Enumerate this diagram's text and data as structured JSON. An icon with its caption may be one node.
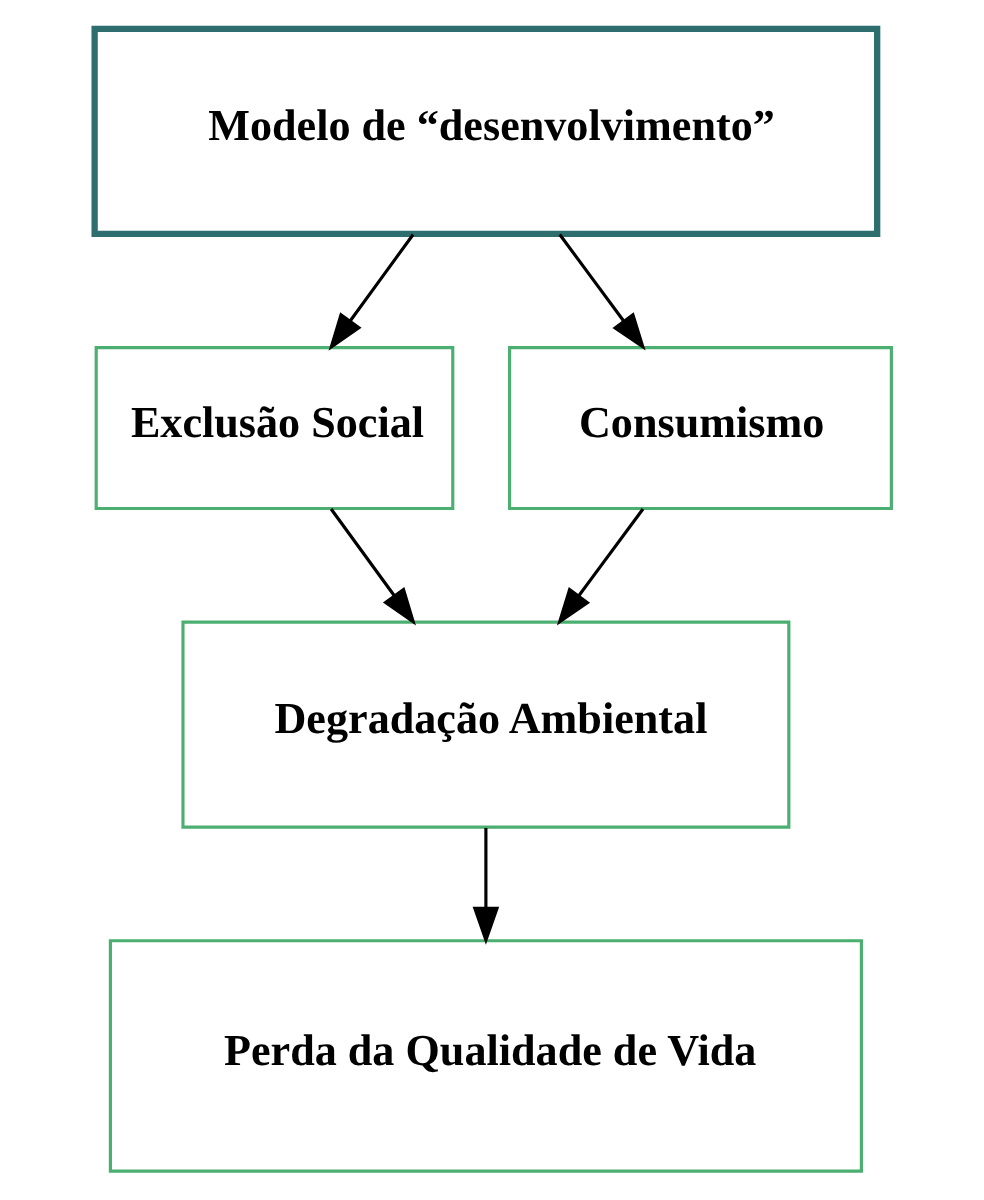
{
  "diagram": {
    "nodes": [
      {
        "text": [
          "Modelo de “desenvolvimento”"
        ]
      },
      {
        "text": [
          "Exclusão Social"
        ]
      },
      {
        "text": [
          "Consumismo"
        ]
      },
      {
        "text": [
          "Degradação Ambiental"
        ]
      },
      {
        "text": [
          "Perda da Qualidade de Vida"
        ]
      }
    ],
    "edges": [
      {
        "from": 0,
        "to": 1,
        "arrow": "to"
      },
      {
        "from": 0,
        "to": 2,
        "arrow": "to"
      },
      {
        "from": 1,
        "to": 3,
        "arrow": "to"
      },
      {
        "from": 2,
        "to": 3,
        "arrow": "to"
      },
      {
        "from": 3,
        "to": 4,
        "arrow": "to"
      }
    ]
  }
}
